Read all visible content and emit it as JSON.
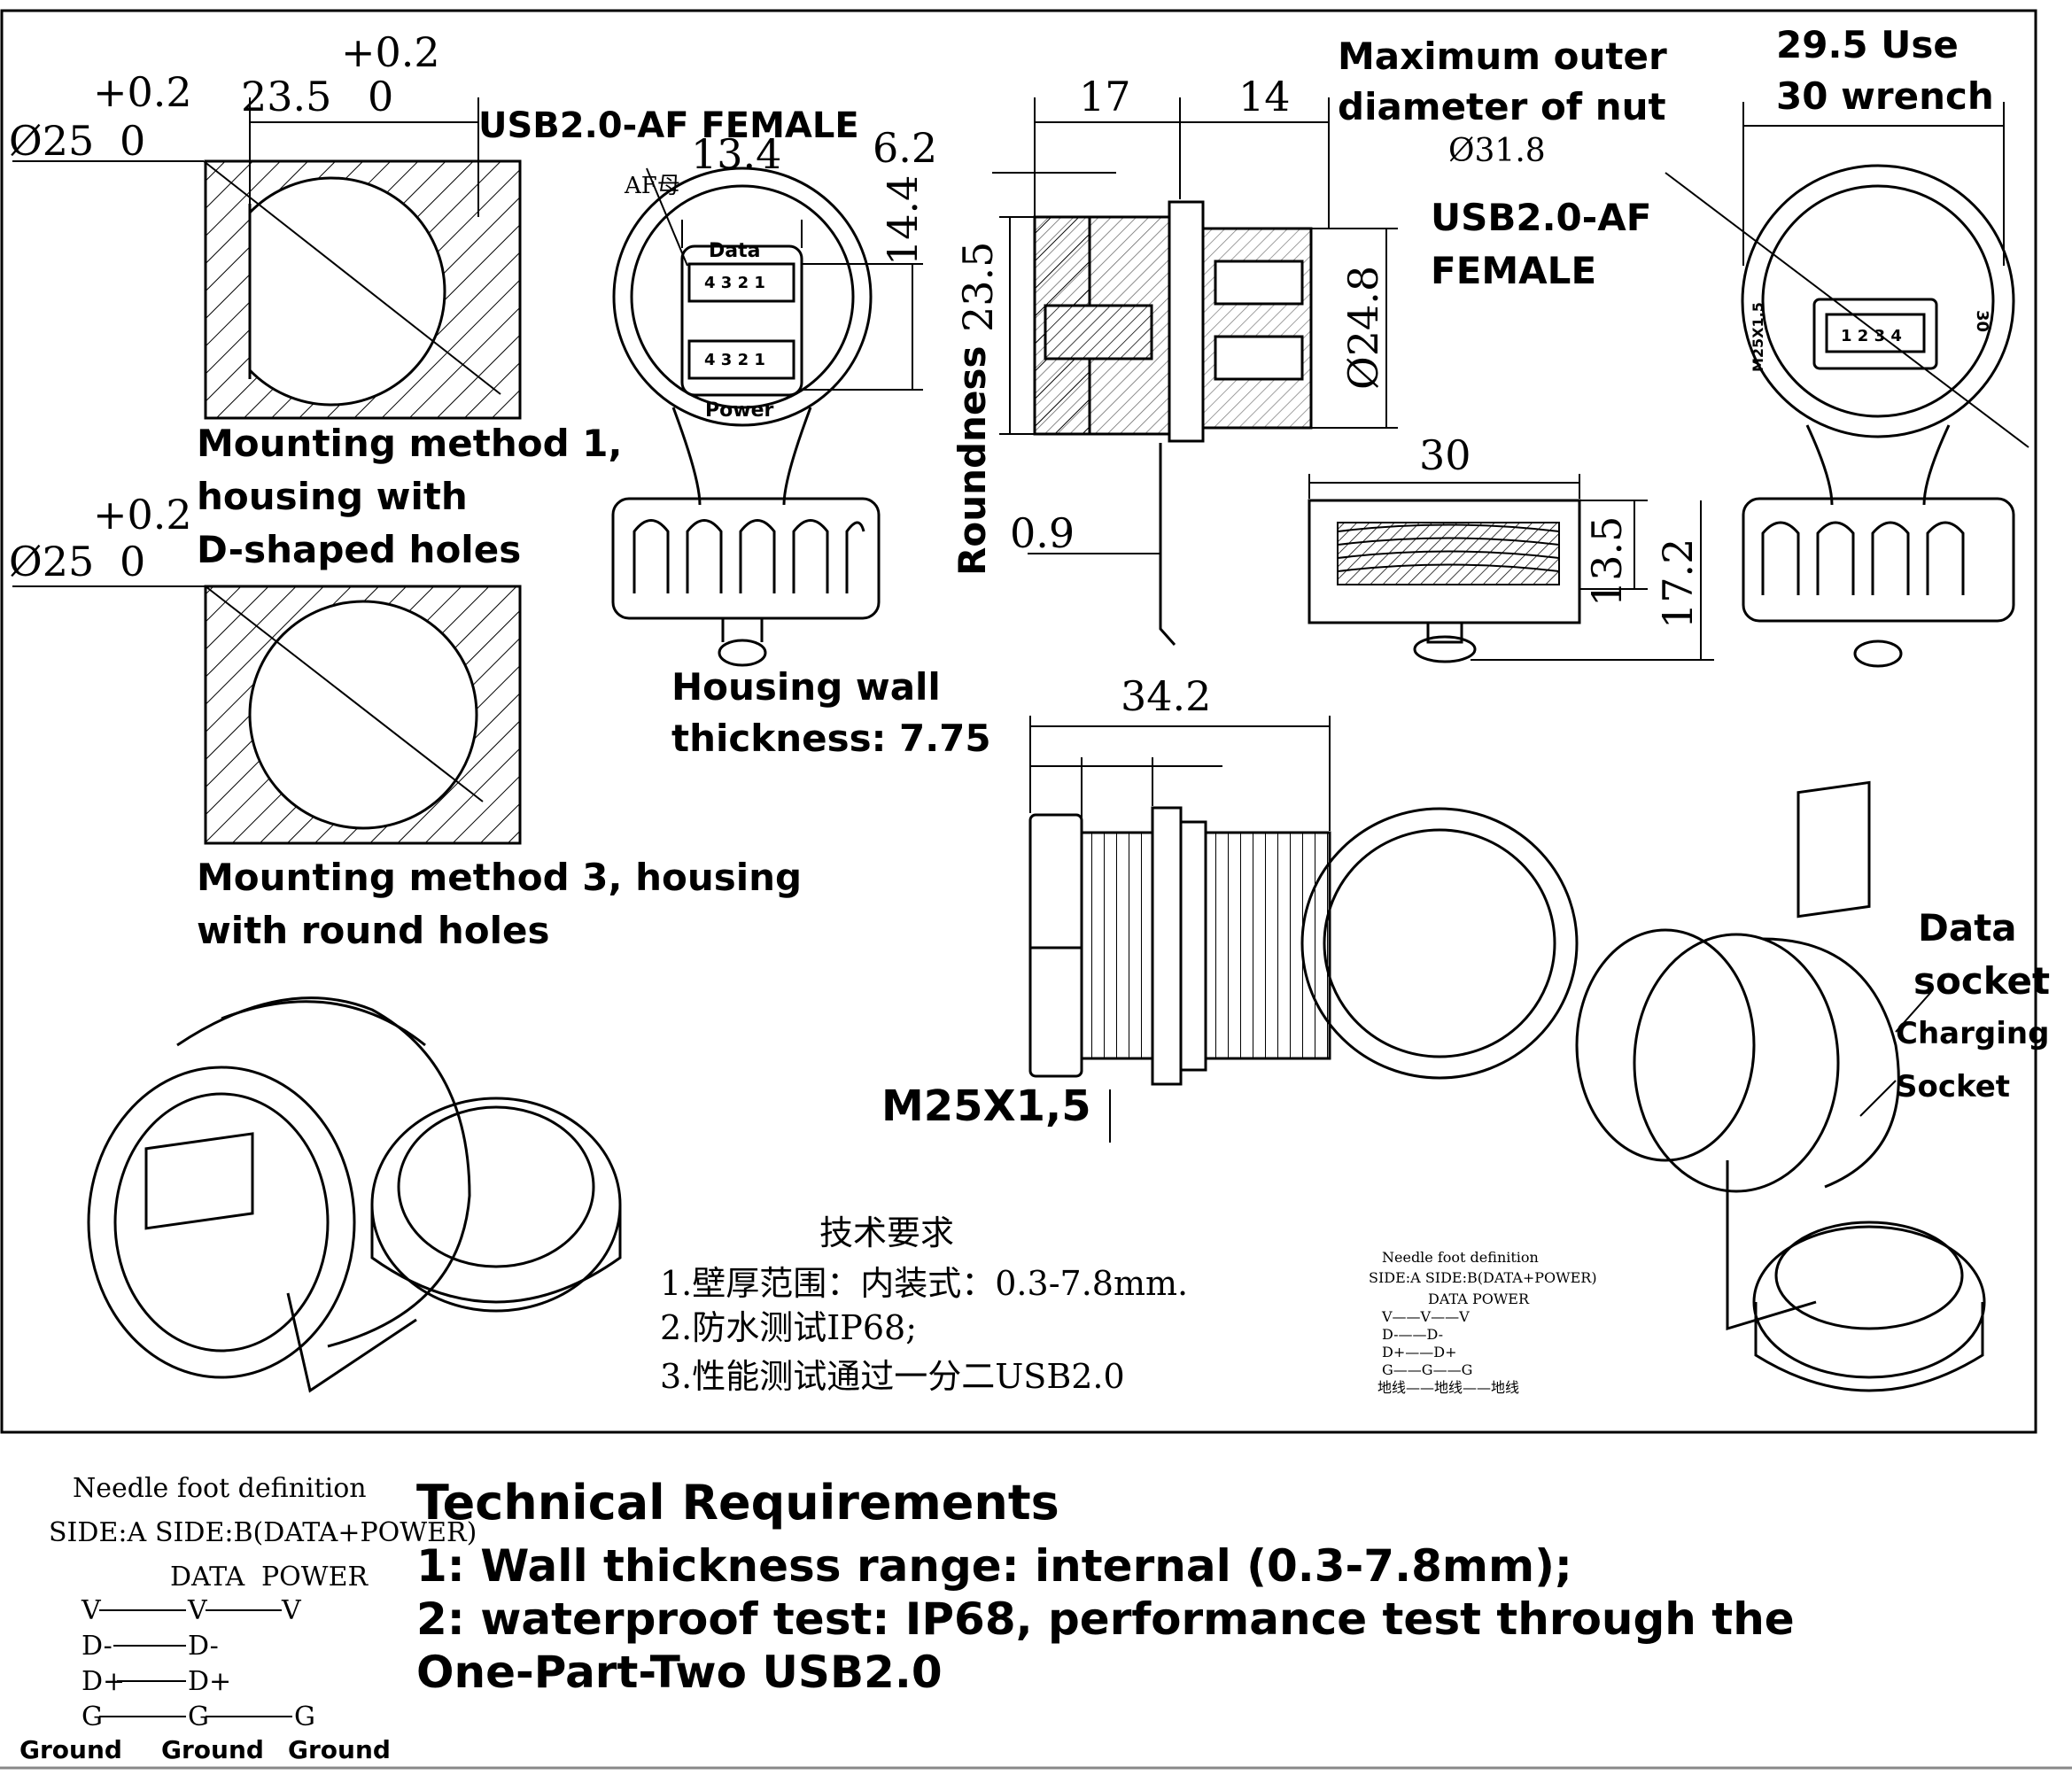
{
  "dimensions": {
    "tol_top": "+0.2",
    "w235": "23.5",
    "zero_a": "0",
    "tol_left1": "+0.2",
    "d25_a": "Ø25",
    "zero_b": "0",
    "d134": "13.4",
    "d62": "6.2",
    "d144": "14.4",
    "d17": "17",
    "d14": "14",
    "d235v": "23.5",
    "roundness": "Roundness",
    "d248": "Ø24.8",
    "d318": "Ø31.8",
    "d30": "30",
    "d135": "13.5",
    "d172": "17.2",
    "d09": "0.9",
    "tol_left2": "+0.2",
    "d25_b": "Ø25",
    "zero_c": "0",
    "d342": "34.2",
    "thread": "M25X1,5"
  },
  "labels": {
    "usb_af_female_1": "USB2.0-AF FEMALE",
    "af_cn": "AF母",
    "data": "Data",
    "power": "Power",
    "pins_1": "4 3 2 1",
    "pins_2": "4 3 2 1",
    "max_outer_1": "Maximum outer",
    "max_outer_2": "diameter of nut",
    "wrench_1": "29.5 Use",
    "wrench_2": "30 wrench",
    "usb_af_2a": "USB2.0-AF",
    "usb_af_2b": "FEMALE",
    "pins_3": "1 2 3 4",
    "side_30": "30",
    "side_m25": "M25X1.5",
    "mount1_a": "Mounting method 1,",
    "mount1_b": "housing with",
    "mount1_c": "D-shaped holes",
    "wall_a": "Housing wall",
    "wall_b": "thickness: 7.75",
    "mount3_a": "Mounting method 3, housing",
    "mount3_b": "with round holes",
    "data_socket_a": "Data",
    "data_socket_b": "socket",
    "charging_a": "Charging",
    "charging_b": "Socket"
  },
  "cn_requirements": {
    "title": "技术要求",
    "line1": "1.壁厚范围：内装式：0.3-7.8mm.",
    "line2": "2.防水测试IP68;",
    "line3": "3.性能测试通过一分二USB2.0"
  },
  "small_needle": {
    "title": "Needle foot definition",
    "sides": "SIDE:A  SIDE:B(DATA+POWER)",
    "cols": "DATA  POWER",
    "r1": "V——V——V",
    "r2": "D-——D-",
    "r3": "D+——D+",
    "r4": "G——G——G",
    "r5": "地线——地线——地线"
  },
  "needle": {
    "title": "Needle foot definition",
    "side_a": "SIDE:A",
    "side_b": "SIDE:B(DATA+POWER)",
    "col_data": "DATA",
    "col_power": "POWER",
    "v": "V",
    "dminus": "D-",
    "dplus": "D+",
    "g": "G",
    "ground": "Ground"
  },
  "requirements": {
    "title": "Technical Requirements",
    "line1": "1: Wall thickness range: internal (0.3-7.8mm);",
    "line2": "2: waterproof test: IP68, performance test through the",
    "line3": "One-Part-Two USB2.0"
  }
}
